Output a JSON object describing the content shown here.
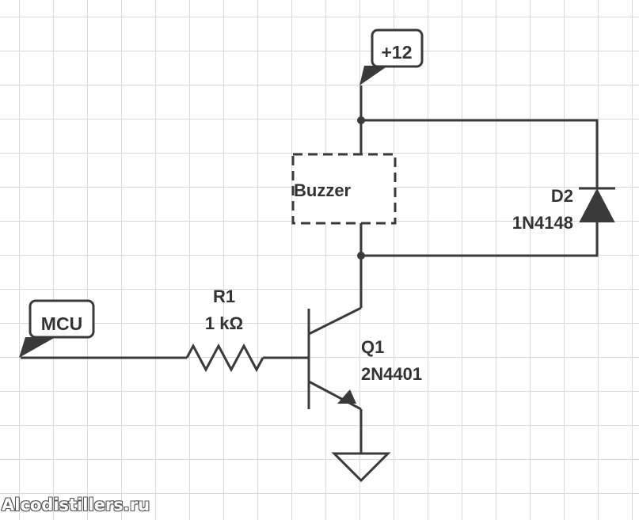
{
  "labels": {
    "supply": "+12",
    "input": "MCU",
    "buzzer": "Buzzer",
    "r1_name": "R1",
    "r1_value": "1 kΩ",
    "q1_name": "Q1",
    "q1_part": "2N4401",
    "d2_name": "D2",
    "d2_part": "1N4148"
  },
  "watermark": "Alcodistillers.ru",
  "colors": {
    "wire": "#3a3a3a",
    "grid": "#d9d9d9",
    "text": "#333333"
  }
}
